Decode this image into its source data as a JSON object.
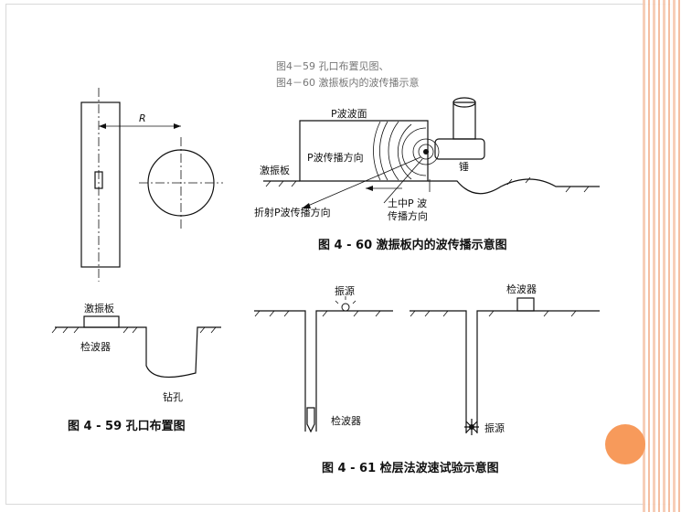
{
  "header": {
    "line1": "图4－59   孔口布置见图、",
    "line2": "图4－60   激振板内的波传播示意"
  },
  "fig59": {
    "r_label": "R",
    "plate_label": "激振板",
    "detector_label": "检波器",
    "hole_label": "钻孔",
    "caption": "图 4 - 59   孔口布置图"
  },
  "fig60": {
    "p_wave_front": "P波波面",
    "p_wave_dir": "P波传播方向",
    "plate": "激振板",
    "hammer": "锤",
    "refracted": "折射P波传播方向",
    "soil_p1": "土中P 波",
    "soil_p2": "传播方向",
    "caption": "图 4 - 60   激振板内的波传播示意图"
  },
  "fig61": {
    "source_top": "振源",
    "detector_bottom": "检波器",
    "detector_top": "检波器",
    "source_bottom": "振源",
    "caption": "图 4 - 61   检层法波速试验示意图"
  },
  "colors": {
    "accent_dot": "#f79a5b",
    "stripe": "#f6c8b0"
  }
}
